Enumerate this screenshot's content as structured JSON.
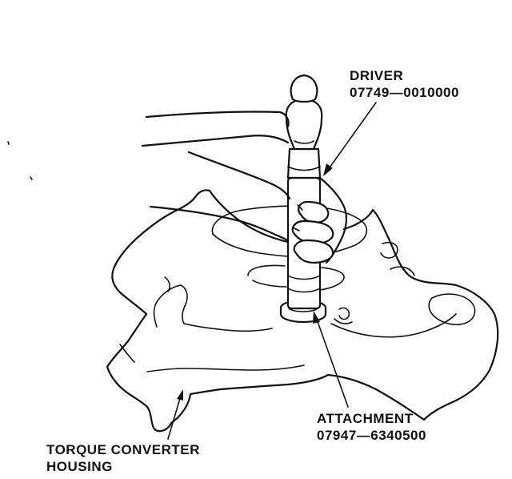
{
  "labels": {
    "driver": {
      "name": "DRIVER",
      "part_number": "07749—0010000"
    },
    "attachment": {
      "name": "ATTACHMENT",
      "part_number": "07947—6340500"
    },
    "housing": {
      "line1": "TORQUE CONVERTER",
      "line2": "HOUSING"
    }
  }
}
